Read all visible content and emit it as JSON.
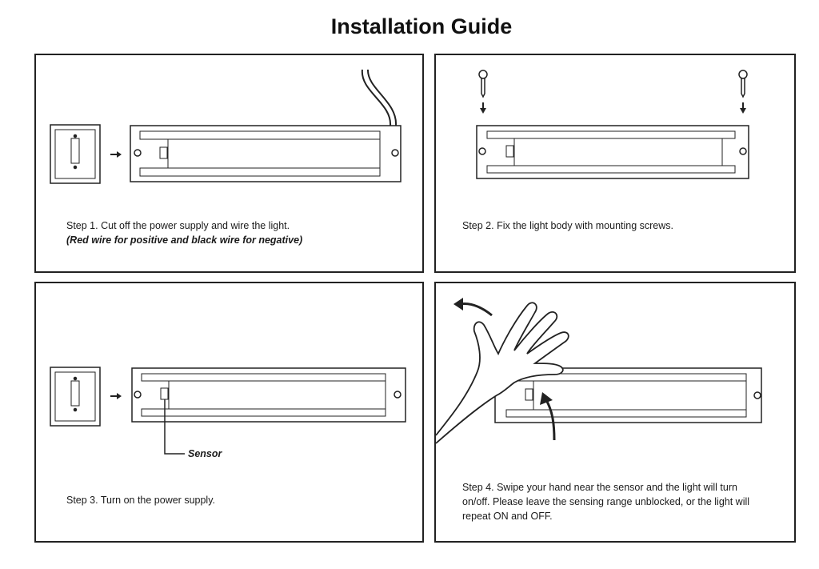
{
  "title": "Installation Guide",
  "steps": [
    {
      "text": "Step 1. Cut off the power supply and wire the light.",
      "note": "(Red wire for positive and black wire for negative)"
    },
    {
      "text": "Step 2. Fix the light body with mounting screws."
    },
    {
      "text": "Step 3. Turn on the power supply.",
      "callout": "Sensor"
    },
    {
      "text": "Step 4. Swipe your hand near the sensor and the light will turn on/off. Please leave the sensing range unblocked, or the light will repeat ON and OFF."
    }
  ],
  "colors": {
    "line": "#222222",
    "background": "#ffffff"
  }
}
